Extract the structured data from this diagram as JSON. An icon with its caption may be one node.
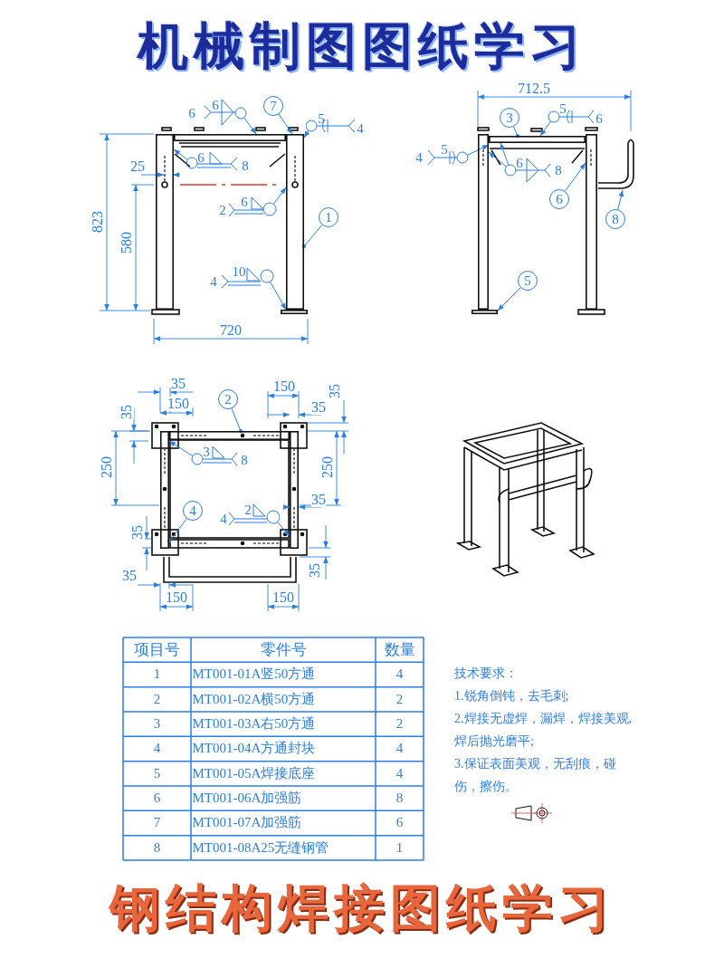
{
  "diagram": {
    "title": "机械制图图纸学习",
    "caption": "钢结构焊接图纸学习",
    "nodes": [
      {
        "text": [
          "6",
          "6"
        ]
      },
      {
        "text": [
          "7"
        ]
      },
      {
        "text": [
          "5",
          "4"
        ]
      },
      {
        "text": [
          "6",
          "8"
        ]
      },
      {
        "text": [
          "2",
          "6"
        ]
      },
      {
        "text": [
          "1"
        ]
      },
      {
        "text": [
          "4",
          "10"
        ]
      },
      {
        "text": [
          "3"
        ]
      },
      {
        "text": [
          "5",
          "6"
        ]
      },
      {
        "text": [
          "4",
          "5"
        ]
      },
      {
        "text": [
          "6",
          "8"
        ]
      },
      {
        "text": [
          "6"
        ]
      },
      {
        "text": [
          "8"
        ]
      },
      {
        "text": [
          "5"
        ]
      },
      {
        "text": [
          "2"
        ]
      },
      {
        "text": [
          "3",
          "8"
        ]
      },
      {
        "text": [
          "4"
        ]
      },
      {
        "text": [
          "4",
          "2"
        ]
      },
      {
        "text": [],
        "shape": "bar"
      },
      {
        "text": [],
        "shape": "bar"
      },
      {
        "text": [],
        "shape": "bar"
      },
      {
        "text": [],
        "shape": "box"
      },
      {
        "text": [],
        "shape": "bar"
      },
      {
        "text": [],
        "shape": "bar"
      },
      {
        "text": [],
        "shape": "bar"
      },
      {
        "text": [],
        "shape": "bar"
      },
      {
        "text": [],
        "shape": "box"
      },
      {
        "text": [],
        "shape": "bar"
      },
      {
        "text": [],
        "shape": "bar"
      },
      {
        "text": [],
        "shape": "bar"
      }
    ],
    "edges": [
      {
        "from": 0,
        "to": 18,
        "arrow": "to"
      },
      {
        "from": 1,
        "to": 20,
        "arrow": "to"
      },
      {
        "from": 2,
        "to": 20,
        "arrow": "to"
      },
      {
        "from": 3,
        "to": 19,
        "arrow": "to"
      },
      {
        "from": 4,
        "to": 20,
        "arrow": "to"
      },
      {
        "from": 5,
        "to": 20,
        "arrow": "other"
      },
      {
        "from": 6,
        "to": 21,
        "arrow": "to"
      },
      {
        "from": 7,
        "to": 22,
        "arrow": "other"
      },
      {
        "from": 8,
        "to": 22,
        "arrow": "to"
      },
      {
        "from": 9,
        "to": 23,
        "arrow": "to"
      },
      {
        "from": 10,
        "to": 23,
        "arrow": "to"
      },
      {
        "from": 10,
        "to": 22,
        "arrow": "to"
      },
      {
        "from": 11,
        "to": 24,
        "arrow": "to"
      },
      {
        "from": 12,
        "to": 25,
        "arrow": "to"
      },
      {
        "from": 13,
        "to": 26,
        "arrow": "to"
      },
      {
        "from": 14,
        "to": 27,
        "arrow": "other"
      },
      {
        "from": 15,
        "to": 28,
        "arrow": "to"
      },
      {
        "from": 16,
        "to": 28,
        "arrow": "other"
      },
      {
        "from": 17,
        "to": 29,
        "arrow": "to"
      }
    ],
    "labels": [
      "823",
      "25",
      "580",
      "720",
      "712.5",
      "35",
      "35",
      "150",
      "150",
      "35",
      "35",
      "250",
      "250",
      "35",
      "35",
      "35",
      "35",
      "150",
      "150",
      "项目号",
      "零件号",
      "数量",
      "1",
      "MT001-01A竖50方通",
      "4",
      "2",
      "MT001-02A横50方通",
      "2",
      "3",
      "MT001-03A右50方通",
      "2",
      "4",
      "MT001-04A方通封块",
      "4",
      "5",
      "MT001-05A焊接底座",
      "4",
      "6",
      "MT001-06A加强筋",
      "8",
      "7",
      "MT001-07A加强筋",
      "6",
      "8",
      "MT001-08A25无缝钢管",
      "1",
      "技术要求：",
      "1.锐角倒钝，去毛刺;",
      "2.焊接无虚焊，漏焊，焊接美观,焊后抛光磨平;",
      "3.保证表面美观，无刮痕，碰伤，擦伤。"
    ]
  }
}
